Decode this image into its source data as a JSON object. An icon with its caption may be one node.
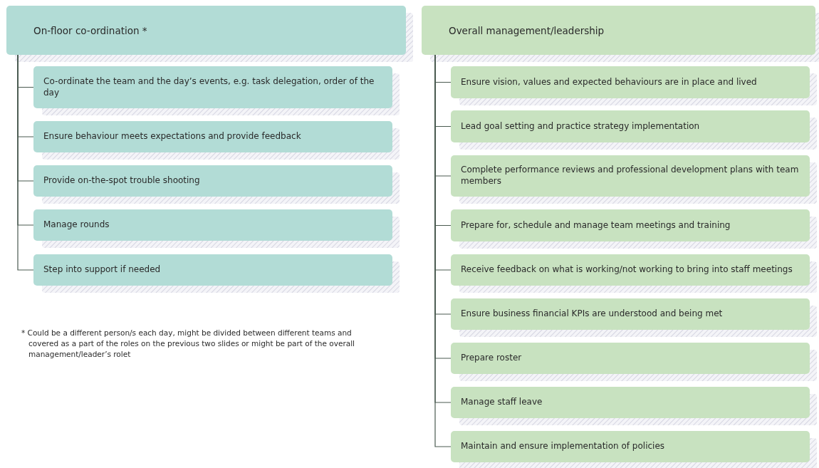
{
  "diagram": {
    "nodes": [
      {
        "text": [
          "On-floor co-ordination *"
        ]
      },
      {
        "text": [
          "Co-ordinate the team and the day’s events, e.g. task delegation, order of the day"
        ]
      },
      {
        "text": [
          "Ensure behaviour meets expectations and provide feedback"
        ]
      },
      {
        "text": [
          "Provide on-the-spot trouble shooting"
        ]
      },
      {
        "text": [
          "Manage rounds"
        ]
      },
      {
        "text": [
          "Step into support if needed"
        ]
      },
      {
        "text": [
          "Overall management/leadership"
        ]
      },
      {
        "text": [
          "Ensure vision, values and expected behaviours are in place and lived"
        ]
      },
      {
        "text": [
          "Lead goal setting and practice strategy implementation"
        ]
      },
      {
        "text": [
          "Complete performance reviews and professional development plans with team members"
        ]
      },
      {
        "text": [
          "Prepare for, schedule and manage team meetings and training"
        ]
      },
      {
        "text": [
          "Receive feedback on what is working/not working to bring into staff meetings"
        ]
      },
      {
        "text": [
          "Ensure business financial KPIs are understood and being met"
        ]
      },
      {
        "text": [
          "Prepare roster"
        ]
      },
      {
        "text": [
          "Manage staff leave"
        ]
      },
      {
        "text": [
          "Maintain and ensure implementation of policies"
        ]
      }
    ],
    "edges": [
      {
        "from": 0,
        "to": 1,
        "arrow": "none"
      },
      {
        "from": 0,
        "to": 2,
        "arrow": "none"
      },
      {
        "from": 0,
        "to": 3,
        "arrow": "none"
      },
      {
        "from": 0,
        "to": 4,
        "arrow": "none"
      },
      {
        "from": 0,
        "to": 5,
        "arrow": "none"
      },
      {
        "from": 6,
        "to": 7,
        "arrow": "none"
      },
      {
        "from": 6,
        "to": 8,
        "arrow": "none"
      },
      {
        "from": 6,
        "to": 9,
        "arrow": "none"
      },
      {
        "from": 6,
        "to": 10,
        "arrow": "none"
      },
      {
        "from": 6,
        "to": 11,
        "arrow": "none"
      },
      {
        "from": 6,
        "to": 12,
        "arrow": "none"
      },
      {
        "from": 6,
        "to": 13,
        "arrow": "none"
      },
      {
        "from": 6,
        "to": 14,
        "arrow": "none"
      },
      {
        "from": 6,
        "to": 15,
        "arrow": "none"
      }
    ],
    "labels": [
      "* Could be a different person/s each day, might be divided between different teams and covered as a part of the roles on the previous two slides or might be part of the overall management/leader’s rolet"
    ]
  }
}
